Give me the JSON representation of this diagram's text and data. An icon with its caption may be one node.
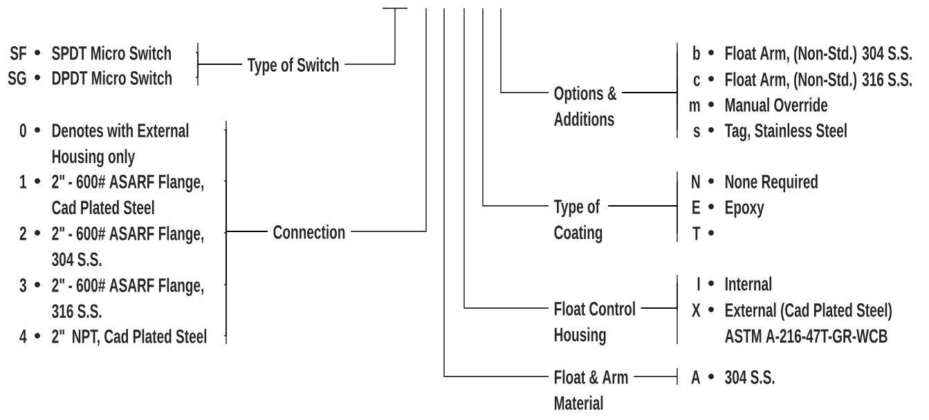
{
  "diagram": {
    "nodes": [
      {
        "text": [
          "Type of Switch"
        ]
      },
      {
        "text": [
          "SF",
          "SPDT Micro Switch"
        ]
      },
      {
        "text": [
          "SG",
          "DPDT Micro Switch"
        ]
      },
      {
        "text": [
          "Connection"
        ]
      },
      {
        "text": [
          "0",
          "Denotes with External Housing only"
        ]
      },
      {
        "text": [
          "1",
          "2\"- 600# ASARF Flange, Cad Plated Steel"
        ]
      },
      {
        "text": [
          "2",
          "2\"- 600# ASARF Flange, 304 S.S."
        ]
      },
      {
        "text": [
          "3",
          "2\"- 600# ASARF Flange, 316 S.S."
        ]
      },
      {
        "text": [
          "4",
          "2\" NPT, Cad Plated Steel"
        ]
      },
      {
        "text": [
          "Options & Additions"
        ]
      },
      {
        "text": [
          "b",
          "Float Arm, (Non-Std.) 304 S.S."
        ]
      },
      {
        "text": [
          "c",
          "Float Arm, (Non-Std.) 316 S.S."
        ]
      },
      {
        "text": [
          "m",
          "Manual Override"
        ]
      },
      {
        "text": [
          "s",
          "Tag, Stainless Steel"
        ]
      },
      {
        "text": [
          "Type of Coating"
        ]
      },
      {
        "text": [
          "N",
          "None Required"
        ]
      },
      {
        "text": [
          "E",
          "Epoxy"
        ]
      },
      {
        "text": [
          "T"
        ]
      },
      {
        "text": [
          "Float Control Housing"
        ]
      },
      {
        "text": [
          "I",
          "Internal"
        ]
      },
      {
        "text": [
          "X",
          "External (Cad Plated Steel) ASTM A-216-47T-GR-WCB"
        ]
      },
      {
        "text": [
          "Float & Arm Material"
        ]
      },
      {
        "text": [
          "A",
          "304 S.S."
        ]
      }
    ],
    "edges": [
      {
        "from": 0,
        "to": null,
        "arrow": "none"
      },
      {
        "from": 3,
        "to": null,
        "arrow": "none"
      },
      {
        "from": 9,
        "to": null,
        "arrow": "none"
      },
      {
        "from": 14,
        "to": null,
        "arrow": "none"
      },
      {
        "from": 18,
        "to": null,
        "arrow": "none"
      },
      {
        "from": 21,
        "to": null,
        "arrow": "none"
      },
      {
        "from": 0,
        "to": 1,
        "arrow": "none"
      },
      {
        "from": 0,
        "to": 2,
        "arrow": "none"
      },
      {
        "from": 3,
        "to": 4,
        "arrow": "none"
      },
      {
        "from": 3,
        "to": 5,
        "arrow": "none"
      },
      {
        "from": 3,
        "to": 6,
        "arrow": "none"
      },
      {
        "from": 3,
        "to": 7,
        "arrow": "none"
      },
      {
        "from": 3,
        "to": 8,
        "arrow": "none"
      },
      {
        "from": 9,
        "to": 10,
        "arrow": "none"
      },
      {
        "from": 9,
        "to": 11,
        "arrow": "none"
      },
      {
        "from": 9,
        "to": 12,
        "arrow": "none"
      },
      {
        "from": 9,
        "to": 13,
        "arrow": "none"
      },
      {
        "from": 14,
        "to": 15,
        "arrow": "none"
      },
      {
        "from": 14,
        "to": 16,
        "arrow": "none"
      },
      {
        "from": 14,
        "to": 17,
        "arrow": "none"
      },
      {
        "from": 18,
        "to": 19,
        "arrow": "none"
      },
      {
        "from": 18,
        "to": 20,
        "arrow": "none"
      },
      {
        "from": 21,
        "to": 22,
        "arrow": "none"
      }
    ]
  }
}
